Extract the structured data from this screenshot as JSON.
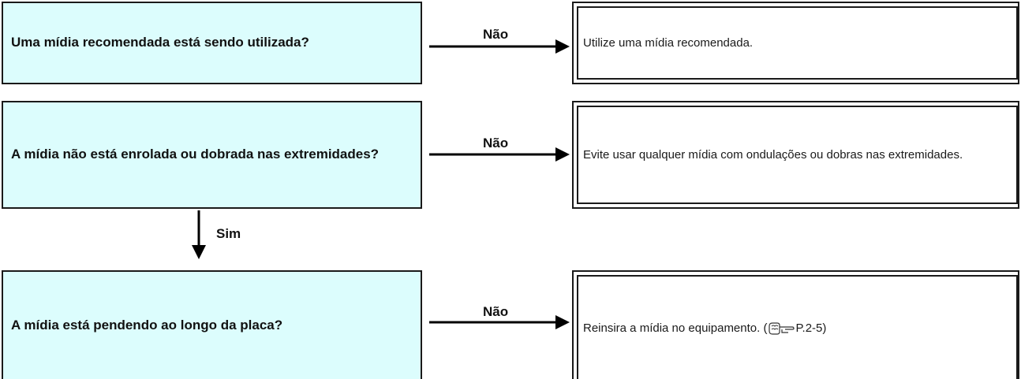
{
  "flow": {
    "step1": {
      "question": "Uma mídia recomendada está sendo utilizada?",
      "no_label": "Não",
      "answer": "Utilize uma mídia recomendada."
    },
    "step2": {
      "question": "A mídia não está enrolada ou dobrada nas extremidades?",
      "no_label": "Não",
      "answer": "Evite usar qualquer mídia com ondulações ou dobras nas extremidades.",
      "yes_label": "Sim"
    },
    "step3": {
      "question": "A mídia está pendendo ao longo da placa?",
      "no_label": "Não",
      "answer_prefix": "Reinsira a mídia no equipamento. (",
      "answer_ref": "P.2-5)",
      "ref_icon": "reference-pointing-hand-icon"
    }
  }
}
